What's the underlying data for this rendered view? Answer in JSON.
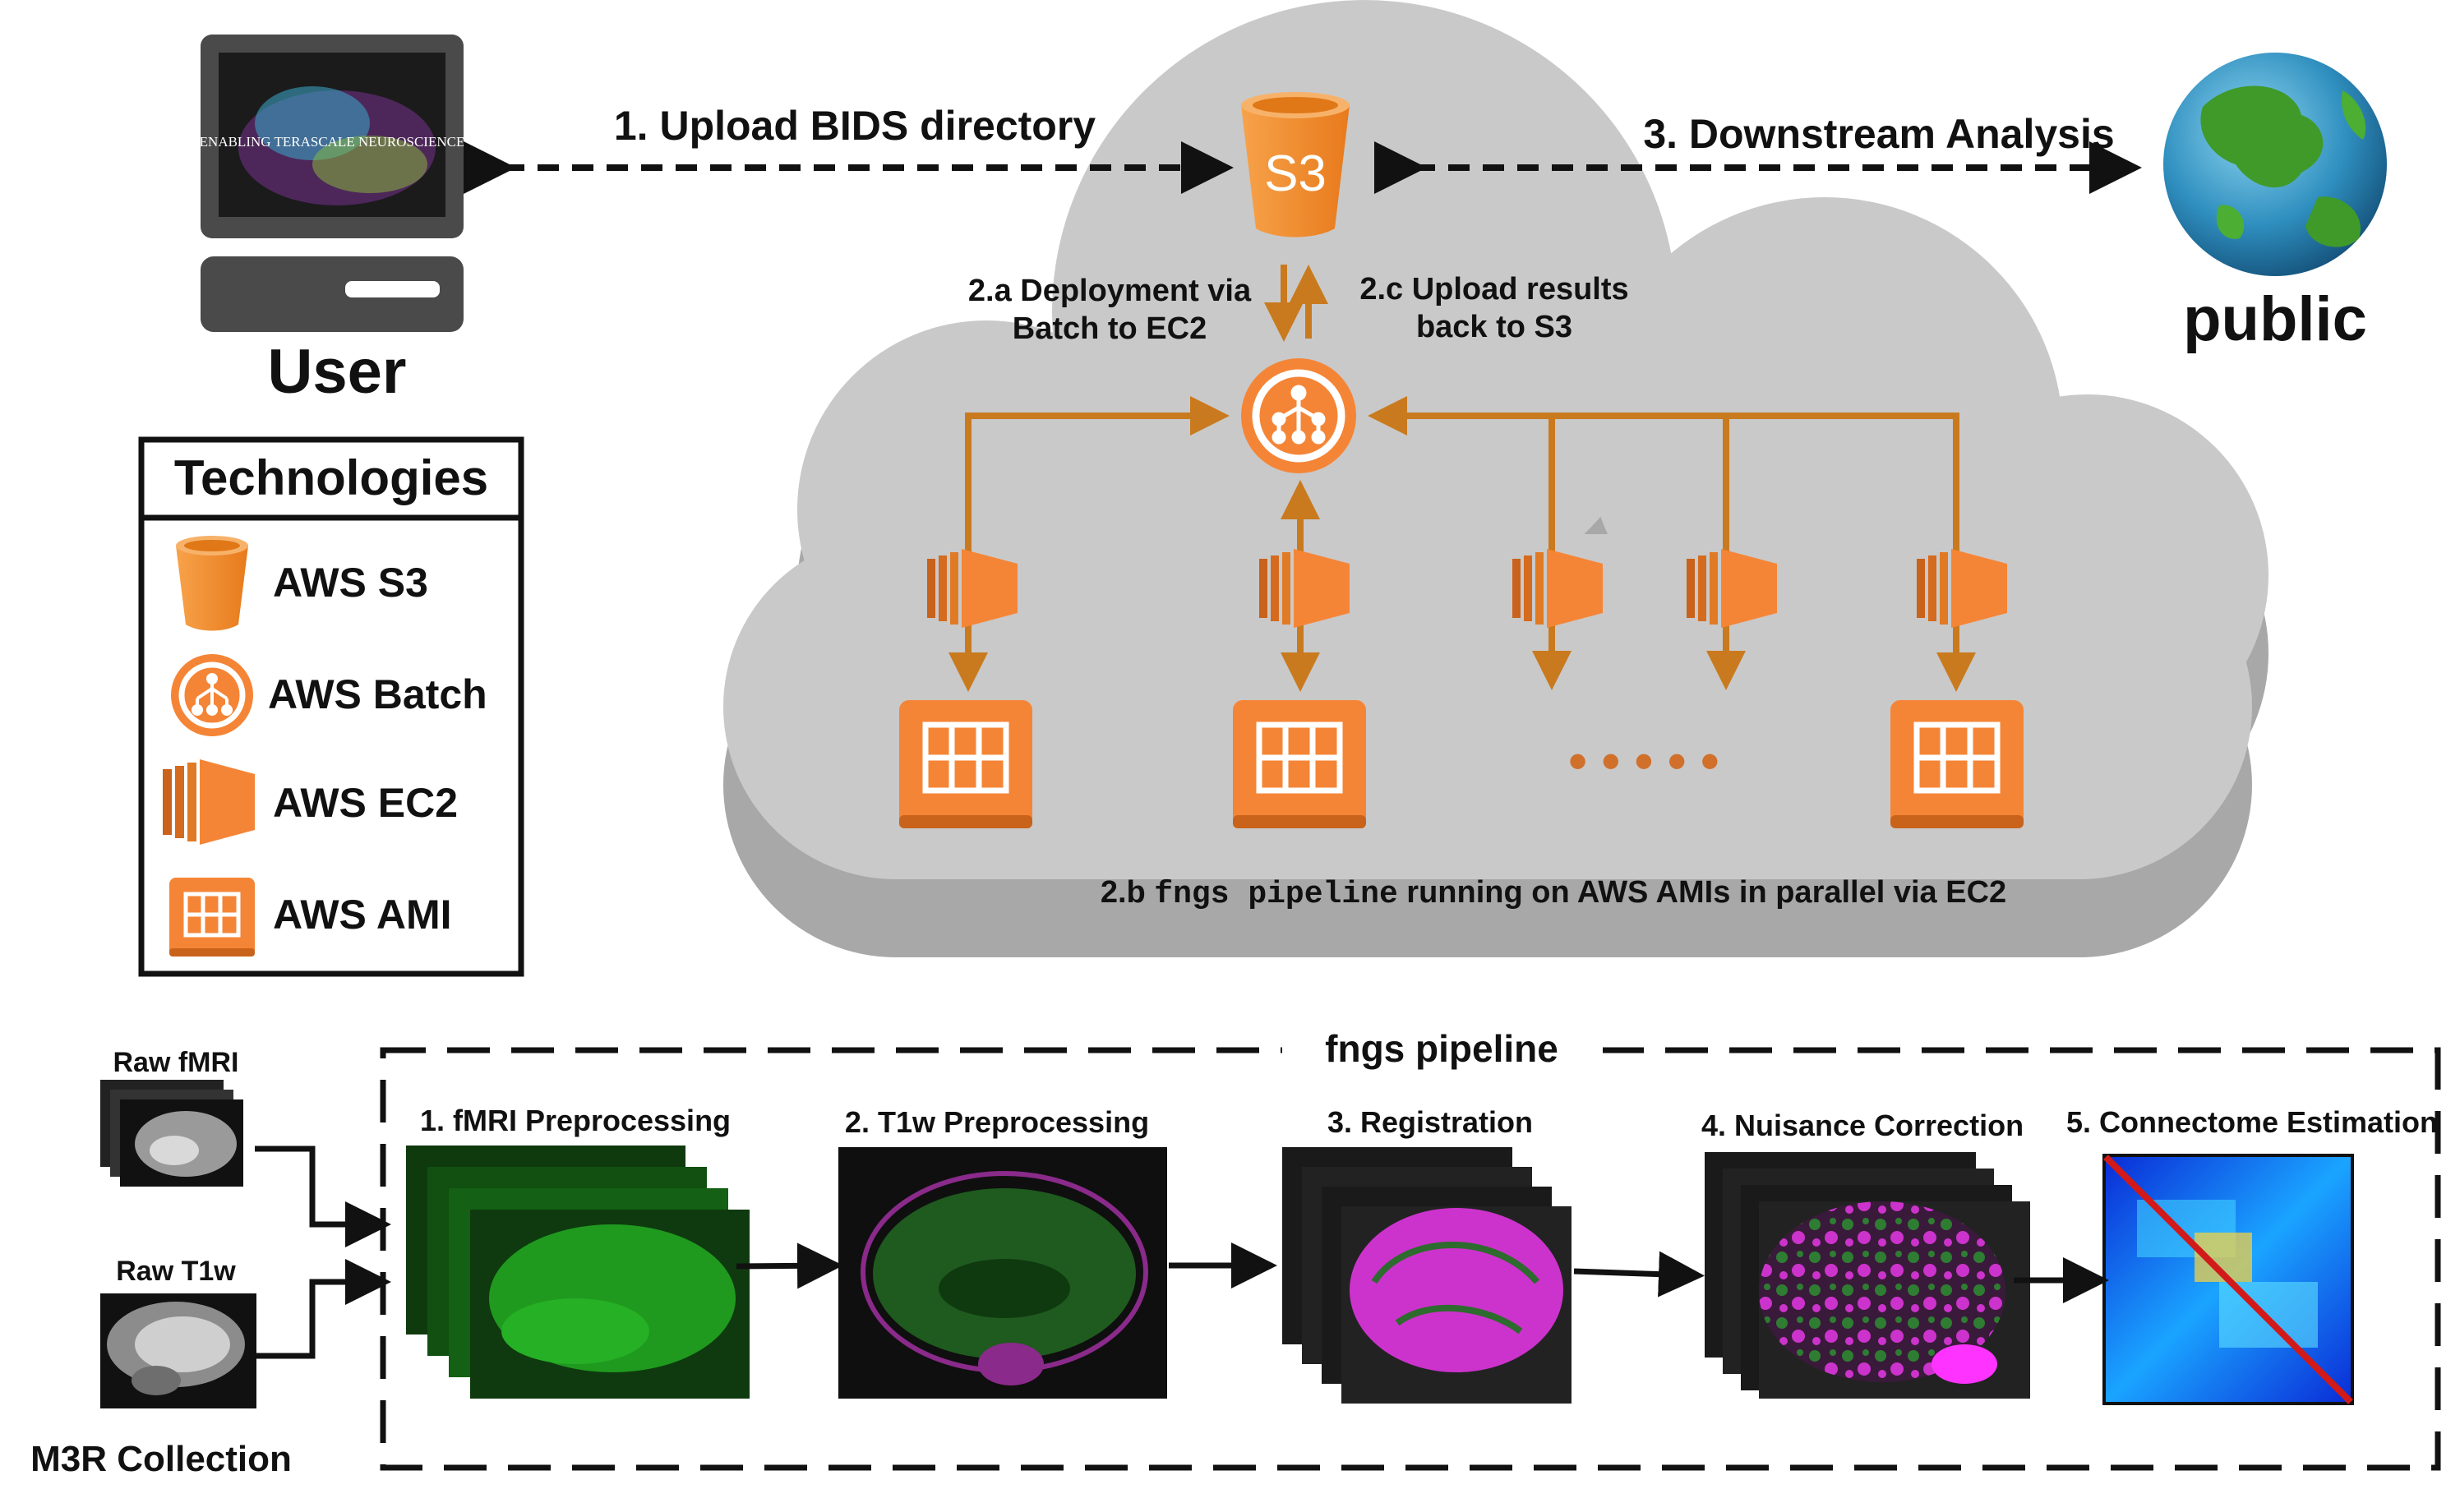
{
  "user": {
    "label": "User",
    "screen_text": "ENABLING TERASCALE NEUROSCIENCE"
  },
  "public": {
    "label": "public"
  },
  "steps": {
    "upload": "1. Upload BIDS directory",
    "downstream": "3. Downstream Analysis",
    "deploy_line1": "2.a Deployment via",
    "deploy_line2": "Batch to EC2",
    "results_line1": "2.c Upload results",
    "results_line2": "back to S3",
    "parallel_prefix": "2.b ",
    "parallel_mono": "fngs pipeline",
    "parallel_suffix": " running on AWS AMIs in parallel via EC2",
    "ellipsis": "• • • • •"
  },
  "s3_label": "S3",
  "legend": {
    "title": "Technologies",
    "items": [
      "AWS S3",
      "AWS Batch",
      "AWS EC2",
      "AWS AMI"
    ]
  },
  "pipeline": {
    "title": "fngs pipeline",
    "stages": [
      "1. fMRI Preprocessing",
      "2. T1w Preprocessing",
      "3. Registration",
      "4. Nuisance Correction",
      "5. Connectome Estimation"
    ]
  },
  "inputs": {
    "fmri": "Raw fMRI",
    "t1w": "Raw T1w",
    "collection": "M3R Collection"
  },
  "colors": {
    "aws_orange": "#f58536",
    "arrow_orange": "#c97a1e",
    "cloud": "#c8c8c8",
    "cloud_shadow": "#a6a6a6",
    "green": "#1f8a1f",
    "magenta": "#cc33cc"
  }
}
